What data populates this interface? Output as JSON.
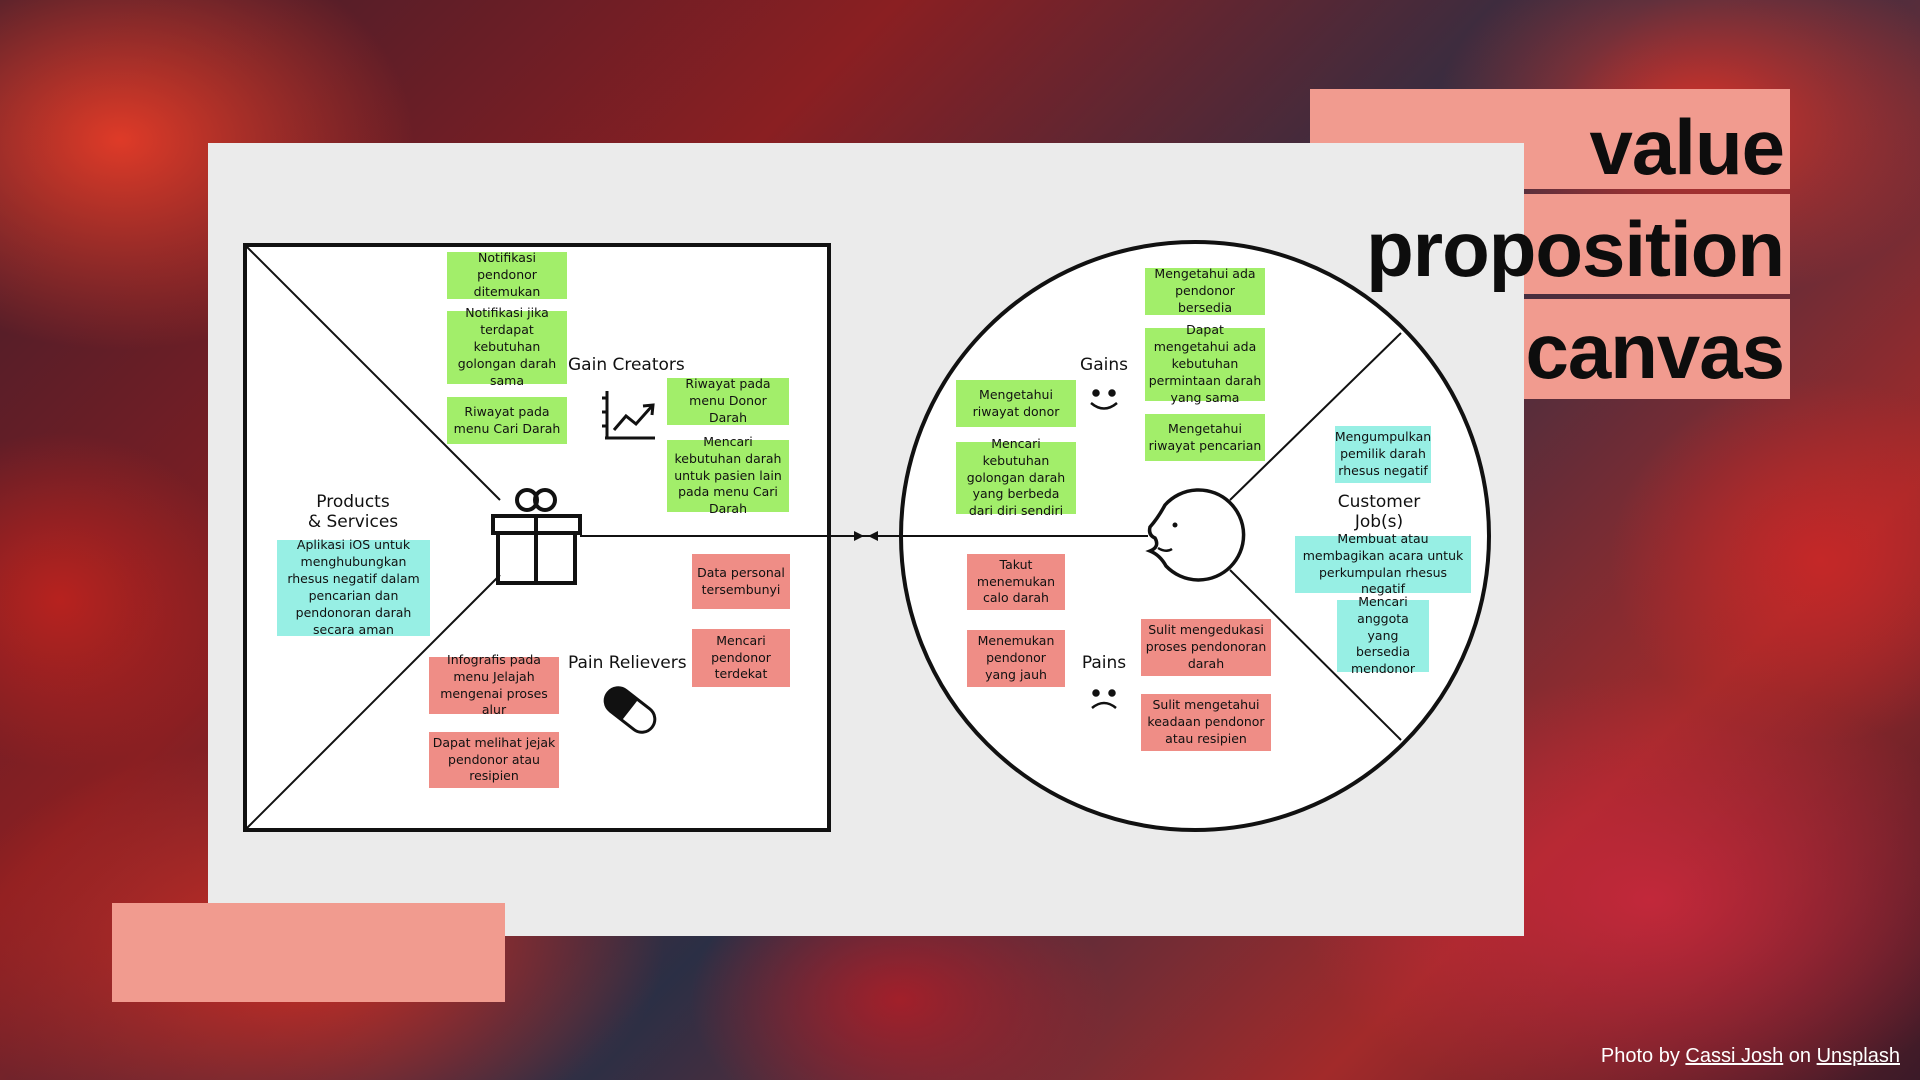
{
  "title": {
    "line1": "value",
    "line2": "proposition",
    "line3": "canvas"
  },
  "credit": {
    "prefix": "Photo by",
    "author": "Cassi Josh",
    "middle": "on",
    "site": "Unsplash"
  },
  "value_map": {
    "products_label": "Products\n& Services",
    "gain_creators_label": "Gain Creators",
    "pain_relievers_label": "Pain Relievers",
    "products": [
      "Aplikasi iOS untuk menghubungkan rhesus negatif dalam pencarian dan pendonoran darah secara aman"
    ],
    "gain_creators": [
      "Notifikasi pendonor ditemukan",
      "Notifikasi jika terdapat kebutuhan golongan darah sama",
      "Riwayat pada menu Cari Darah",
      "Riwayat pada menu Donor Darah",
      "Mencari kebutuhan darah untuk pasien lain pada menu Cari Darah"
    ],
    "pain_relievers": [
      "Data personal tersembunyi",
      "Mencari pendonor terdekat",
      "Infografis pada menu Jelajah mengenai proses alur",
      "Dapat melihat jejak pendonor atau resipien"
    ]
  },
  "customer_profile": {
    "gains_label": "Gains",
    "pains_label": "Pains",
    "jobs_label": "Customer\nJob(s)",
    "gains": [
      "Mengetahui ada pendonor bersedia",
      "Dapat mengetahui ada kebutuhan permintaan darah yang sama",
      "Mengetahui riwayat pencarian",
      "Mengetahui riwayat donor",
      "Mencari kebutuhan golongan darah yang berbeda dari diri sendiri"
    ],
    "pains": [
      "Takut menemukan calo darah",
      "Menemukan pendonor yang jauh",
      "Sulit mengedukasi proses pendonoran darah",
      "Sulit mengetahui keadaan pendonor atau resipien"
    ],
    "jobs": [
      "Mengumpulkan pemilik darah rhesus negatif",
      "Membuat atau membagikan acara untuk perkumpulan rhesus negatif",
      "Mencari anggota yang bersedia mendonor"
    ]
  },
  "colors": {
    "accent": "#f19b8f",
    "gain_note": "#a2ee6a",
    "pain_note": "#ef8d86",
    "job_note": "#97efe4",
    "panel": "#ebebeb"
  },
  "icons": [
    "gift-icon",
    "chart-up-icon",
    "pill-icon",
    "smile-icon",
    "frown-icon",
    "face-icon"
  ]
}
